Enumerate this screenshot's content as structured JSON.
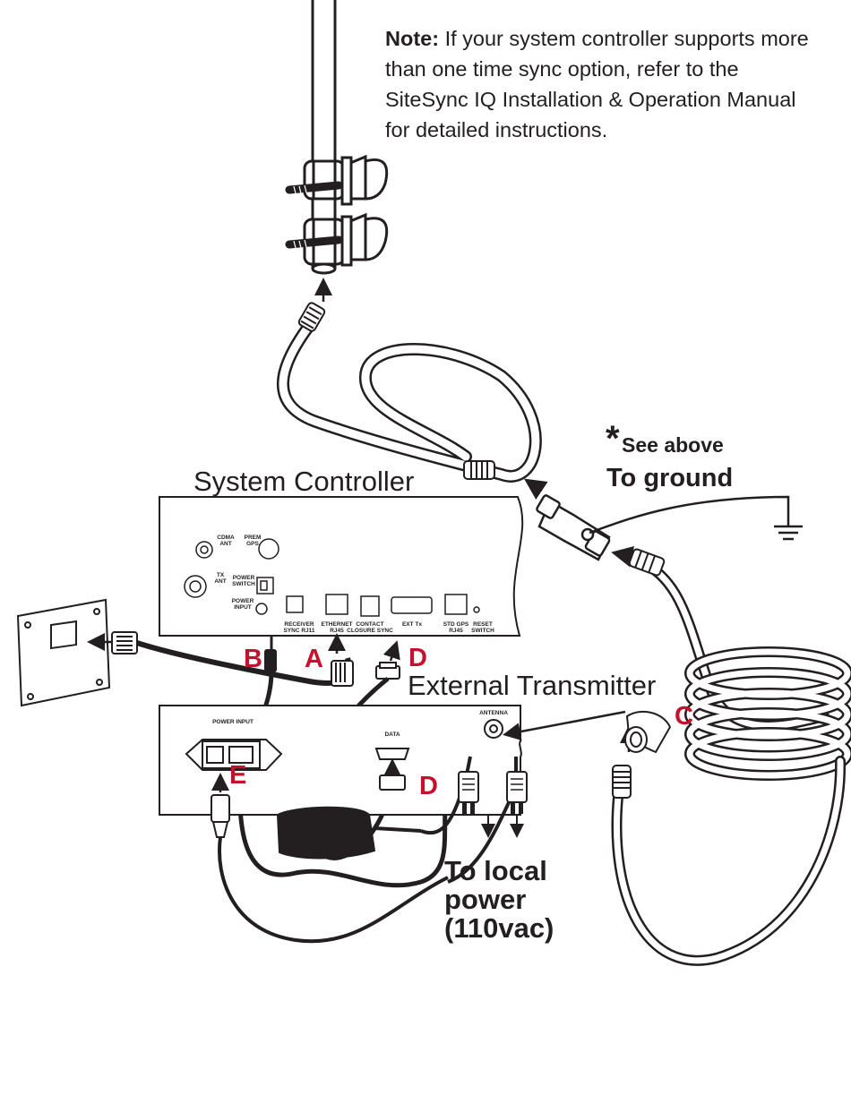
{
  "note": {
    "bold": "Note:",
    "text": " If your system controller supports more than one time sync option, refer to the SiteSync IQ Installation & Operation Manual for detailed instructions."
  },
  "labels": {
    "system_controller": "System Controller",
    "external_transmitter": "External Transmitter",
    "ground_star": "*",
    "ground_see_above": "See above",
    "ground_to_ground": "To ground",
    "local_power_line1": "To local",
    "local_power_line2": "power",
    "local_power_line3": "(110vac)"
  },
  "callouts": {
    "a": "A",
    "b": "B",
    "c": "C",
    "d_top": "D",
    "d_bottom": "D",
    "e": "E"
  },
  "controller_panel": {
    "cdma_ant": "CDMA ANT",
    "prem_gps": "PREM GPS",
    "tx_ant": "TX ANT",
    "power_switch": "POWER SWITCH",
    "power_input": "POWER INPUT",
    "receiver_sync": "RECEIVER SYNC RJ11",
    "ethernet": "ETHERNET RJ45",
    "contact_closure": "CONTACT CLOSURE SYNC",
    "ext_tx": "EXT Tx",
    "std_gps": "STD GPS RJ45",
    "reset_switch": "RESET SWITCH"
  },
  "transmitter_panel": {
    "power_input": "POWER INPUT",
    "data": "DATA",
    "antenna": "ANTENNA"
  },
  "colors": {
    "callout_red": "#c8102e",
    "line": "#231f20",
    "cable_fill": "#ffffff"
  }
}
